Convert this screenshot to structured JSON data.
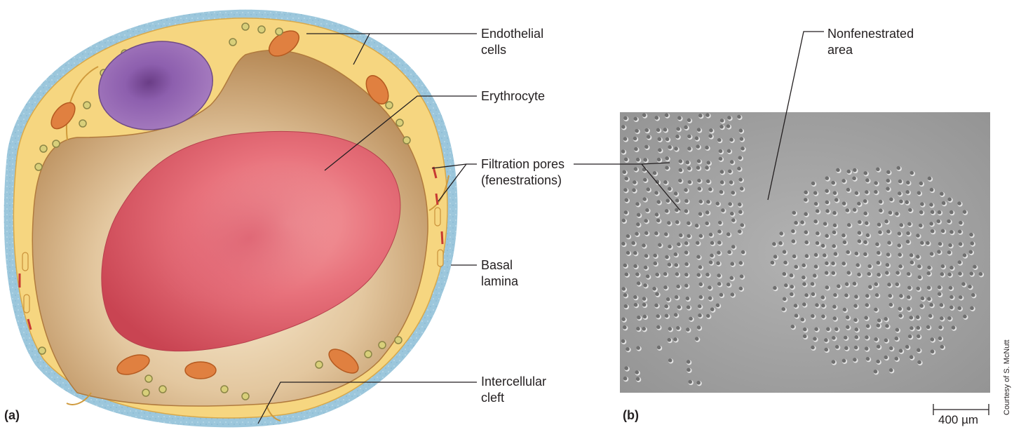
{
  "figure_a": {
    "panel_label": "(a)",
    "labels": {
      "endothelial": "Endothelial\ncells",
      "erythrocyte": "Erythrocyte",
      "pores": "Filtration pores\n(fenestrations)",
      "basal": "Basal\nlamina",
      "cleft": "Intercellular\ncleft"
    }
  },
  "figure_b": {
    "panel_label": "(b)",
    "label_nonfenestrated": "Nonfenestrated\narea",
    "scale_bar": "400 µm",
    "credit": "Courtesy of S. McNutt"
  },
  "colors": {
    "basal_lamina": "#9cc7dc",
    "endothelium": "#f6d680",
    "lumen": "#d7b58a",
    "nucleus": "#9a6bb1",
    "erythrocyte": "#e46673",
    "mitochondria": "#e08040",
    "micrograph_bg": "#a9a9a9"
  }
}
